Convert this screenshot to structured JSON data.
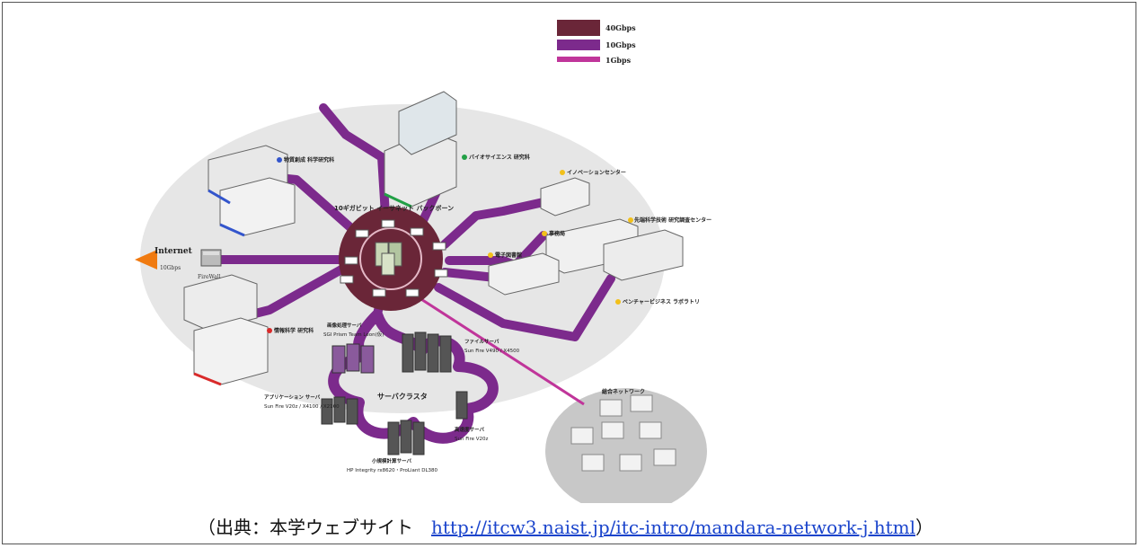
{
  "legend": [
    {
      "label": "40Gbps",
      "color": "#6a2638"
    },
    {
      "label": "10Gbps",
      "color": "#7c2a8c"
    },
    {
      "label": "1Gbps",
      "color": "#c0359a"
    }
  ],
  "backbone": {
    "label": "10ギガビット イーサネット バックボーン"
  },
  "internet": {
    "label": "Internet",
    "speed": "10Gbps",
    "firewall": "FireWall"
  },
  "nodes": {
    "materials": "物質創成 科学研究科",
    "bio": "バイオサイエンス 研究科",
    "innovation": "イノベーションセンター",
    "advanced": "先端科学技術 研究調査センター",
    "office": "事務局",
    "library": "電子図書館",
    "venture": "ベンチャービジネス ラボラトリ",
    "info": "情報科学 研究科",
    "lan": "総合ネットワーク"
  },
  "servers": {
    "image": {
      "name": "画像処理サーバ",
      "spec": "SGI Prism Team Leon(仮)"
    },
    "file": {
      "name": "ファイルサーバ",
      "spec": "Sun Fire V490 / X4500"
    },
    "app": {
      "name": "アプリケーション サーバ",
      "spec": "Sun Fire V20z / X4100 / X2100"
    },
    "highspeed": {
      "name": "高速度サーバ",
      "spec": "Sun Fire V20z"
    },
    "smallcalc": {
      "name": "小規模計算サーバ",
      "spec": "HP Integrity rx8620・ProLiant DL380"
    },
    "cluster": "サーバクラスタ"
  },
  "caption": {
    "prefix": "（出典：本学ウェブサイト　",
    "url": "http://itcw3.naist.jp/itc-intro/mandara-network-j.html",
    "suffix": "）"
  }
}
